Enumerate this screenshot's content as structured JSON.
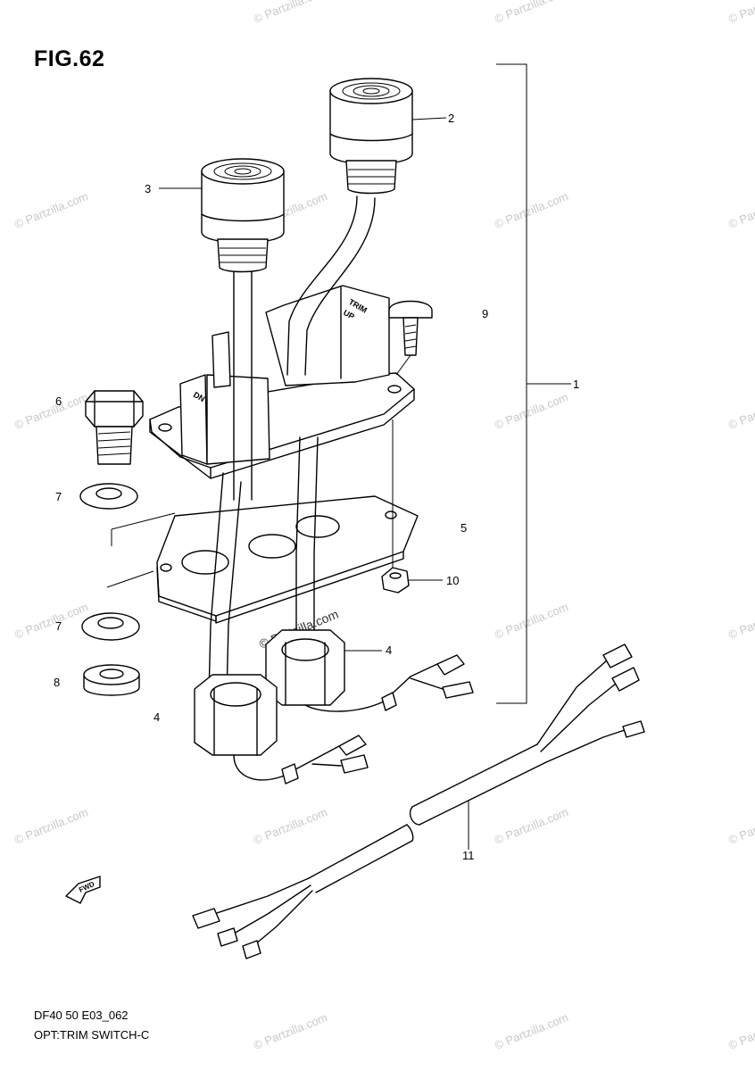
{
  "figure": {
    "title": "FIG.62"
  },
  "callouts": [
    {
      "id": "c1",
      "label": "1"
    },
    {
      "id": "c2",
      "label": "2"
    },
    {
      "id": "c3",
      "label": "3"
    },
    {
      "id": "c4a",
      "label": "4"
    },
    {
      "id": "c4b",
      "label": "4"
    },
    {
      "id": "c5",
      "label": "5"
    },
    {
      "id": "c6",
      "label": "6"
    },
    {
      "id": "c7a",
      "label": "7"
    },
    {
      "id": "c7b",
      "label": "7"
    },
    {
      "id": "c8",
      "label": "8"
    },
    {
      "id": "c9",
      "label": "9"
    },
    {
      "id": "c10",
      "label": "10"
    },
    {
      "id": "c11",
      "label": "11"
    }
  ],
  "part_text": {
    "switch_housing_label_1": "TRIM",
    "switch_housing_label_2": "UP",
    "switch_housing_label_3": "DN",
    "arrow_label": "FWD"
  },
  "footer": {
    "line1": "DF40 50 E03_062",
    "line2": "OPT:TRIM SWITCH-C"
  },
  "watermark": {
    "text": "© Partzilla.com",
    "center_text": "© Partzilla.com"
  },
  "colors": {
    "line": "#000000",
    "watermark": "#c9c9c9",
    "background": "#ffffff"
  }
}
